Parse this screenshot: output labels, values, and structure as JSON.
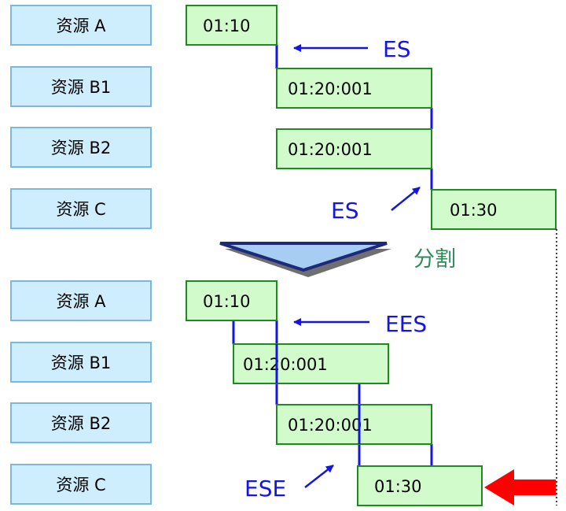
{
  "colors": {
    "resource_fill": "#cfeefd",
    "resource_stroke": "#7ab8dc",
    "bar_fill": "#d2fbcc",
    "bar_stroke": "#1f8a1f",
    "link_blue": "#1515e0",
    "split_arrow_fill": "#a8cdf2",
    "split_arrow_stroke": "#1d2a7a",
    "split_text": "#2e8b57",
    "red_arrow": "#ff0000"
  },
  "top": {
    "resources": [
      "资源 A",
      "资源 B1",
      "资源 B2",
      "资源 C"
    ],
    "bars": [
      "01:10",
      "01:20:001",
      "01:20:001",
      "01:30"
    ],
    "labels": [
      "ES",
      "ES"
    ]
  },
  "split_label": "分割",
  "bottom": {
    "resources": [
      "资源 A",
      "资源 B1",
      "资源 B2",
      "资源 C"
    ],
    "bars": [
      "01:10",
      "01:20:001",
      "01:20:001",
      "01:30"
    ],
    "labels": [
      "EES",
      "ESE"
    ]
  }
}
